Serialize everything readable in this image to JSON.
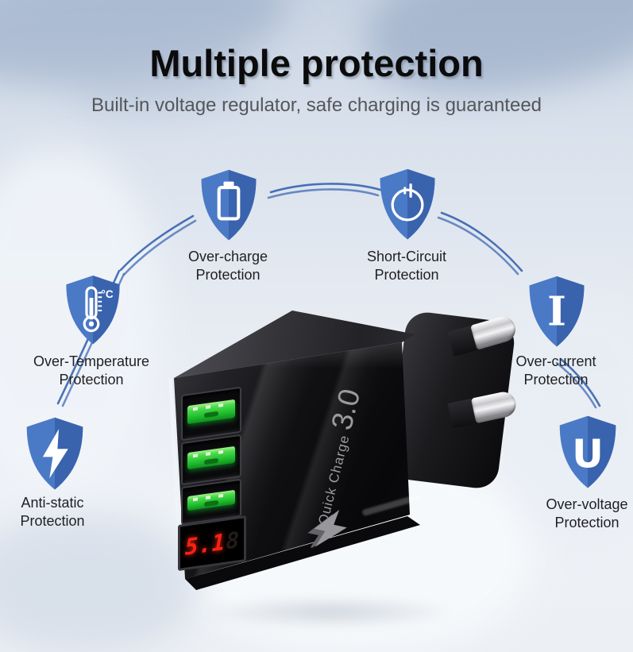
{
  "header": {
    "title": "Multiple protection",
    "subtitle": "Built-in voltage regulator, safe charging is guaranteed"
  },
  "features": [
    {
      "key": "over-charge",
      "icon": "battery-icon",
      "line1": "Over-charge",
      "line2": "Protection"
    },
    {
      "key": "short-circuit",
      "icon": "power-icon",
      "line1": "Short-Circuit",
      "line2": "Protection"
    },
    {
      "key": "over-temperature",
      "icon": "thermometer-icon",
      "line1": "Over-Temperature",
      "line2": "Protection",
      "temp_unit": "°C"
    },
    {
      "key": "over-current",
      "icon": "current-letter-icon",
      "line1": "Over-current",
      "line2": "Protection",
      "glyph": "I"
    },
    {
      "key": "anti-static",
      "icon": "lightning-icon",
      "line1": "Anti-static",
      "line2": "Protection"
    },
    {
      "key": "over-voltage",
      "icon": "voltage-letter-icon",
      "line1": "Over-voltage",
      "line2": "Protection",
      "glyph": "U"
    }
  ],
  "charger": {
    "brand_text": "Quick Charge",
    "brand_version": "3.0",
    "display_value": "5.1",
    "display_ghost_digit": "8",
    "port_count": 3
  },
  "colors": {
    "shield_blue": "#4a7ac6",
    "shield_blue_dark": "#3a63ae",
    "arc_blue": "#2e5cac",
    "usb_green": "#3dcf3f",
    "led_red": "#ff2012",
    "charger_black": "#0c0c0e"
  }
}
